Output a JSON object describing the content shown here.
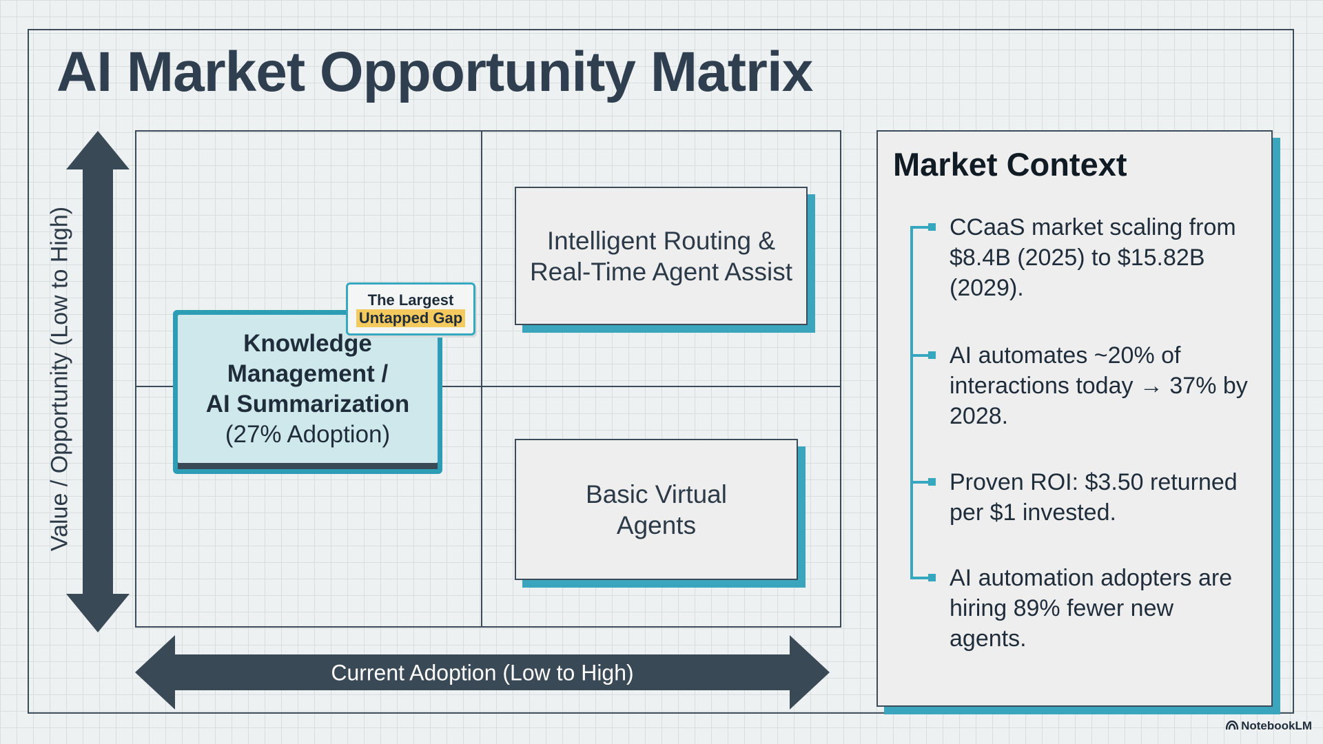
{
  "title": "AI Market Opportunity Matrix",
  "matrix": {
    "y_axis_label": "Value / Opportunity (Low to High)",
    "x_axis_label": "Current Adoption (Low to High)",
    "items": [
      {
        "name": "knowledge-management",
        "lines": [
          "Knowledge",
          "Management /",
          "AI Summarization"
        ],
        "sub": "(27% Adoption)",
        "quadrant": "low-adoption, medium value"
      },
      {
        "name": "intelligent-routing",
        "lines": [
          "Intelligent Routing &",
          "Real-Time Agent Assist"
        ],
        "quadrant": "high-adoption, high-value"
      },
      {
        "name": "basic-virtual-agents",
        "lines": [
          "Basic Virtual",
          "Agents"
        ],
        "quadrant": "high-adoption, low-value"
      }
    ],
    "callout": {
      "line1": "The Largest",
      "highlight": "Untapped Gap",
      "highlight_color": "#f4c95d"
    }
  },
  "context": {
    "title": "Market Context",
    "bullets": [
      "CCaaS market scaling from $8.4B (2025) to $15.82B (2029).",
      "AI automates ~20% of interactions today → 37% by 2028.",
      "Proven ROI: $3.50 returned per $1 invested.",
      "AI automation adopters are hiring 89% fewer new agents."
    ]
  },
  "colors": {
    "accent": "#35a7bf",
    "dark": "#3a4956",
    "highlight": "#f4c95d",
    "km_fill": "#cfe8ec"
  },
  "brand": {
    "name": "NotebookLM",
    "icon": "notebooklm-icon"
  }
}
